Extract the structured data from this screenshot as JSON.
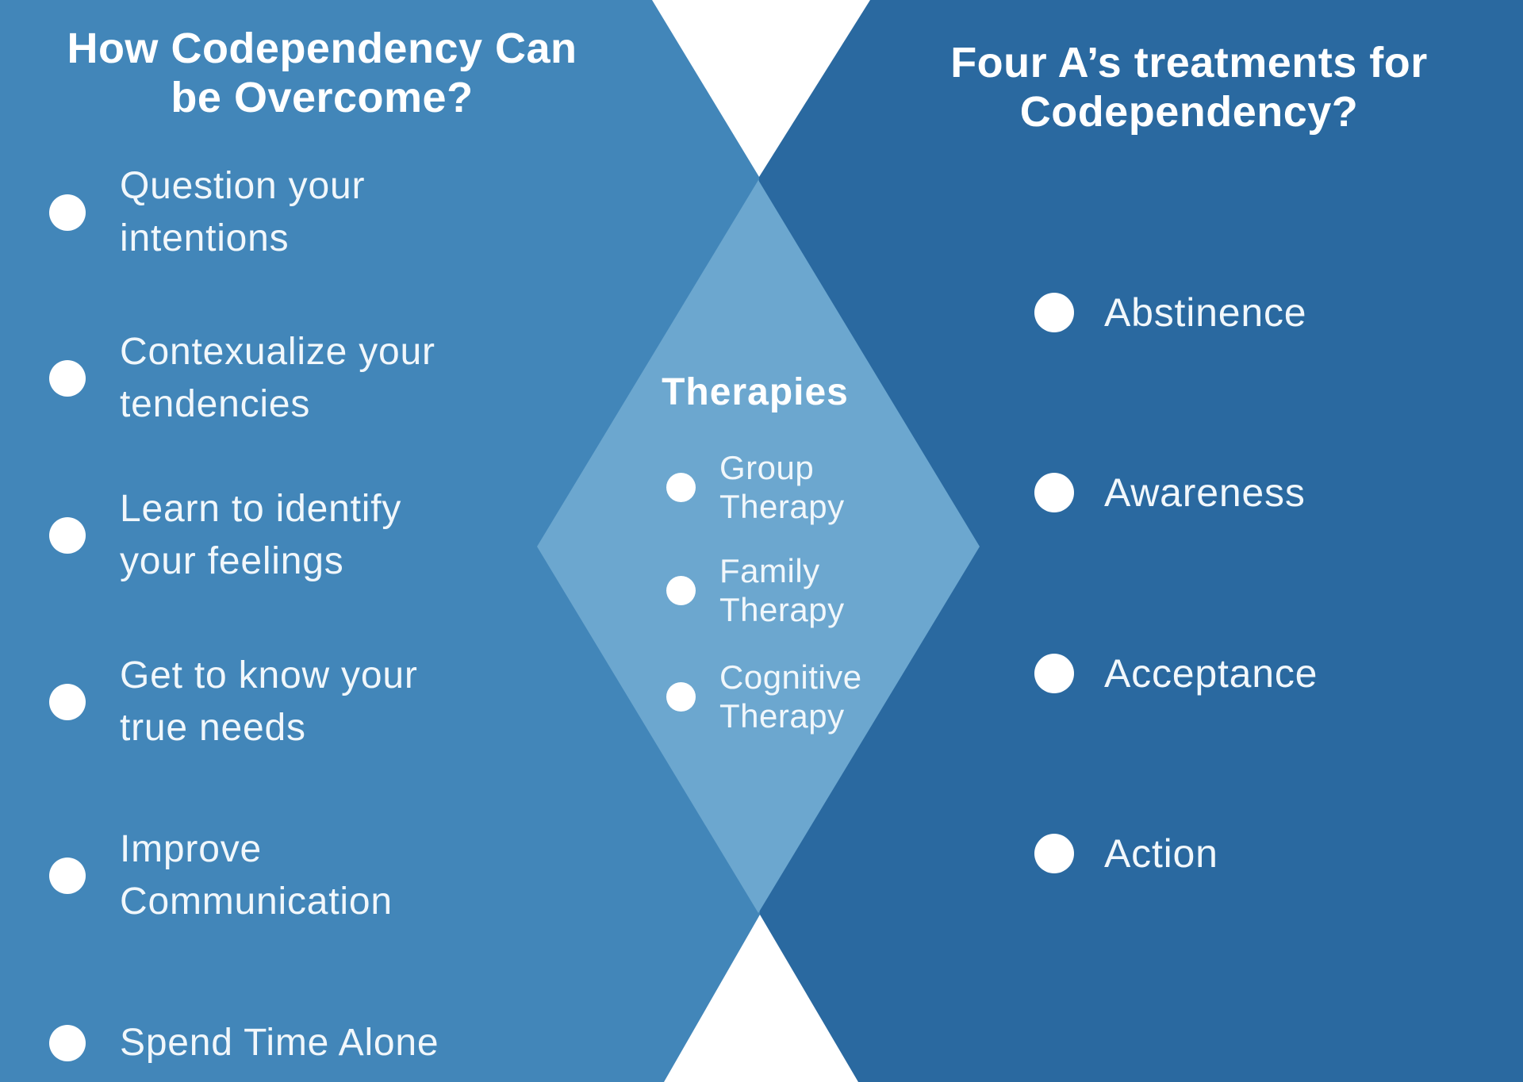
{
  "colors": {
    "background": "#ffffff",
    "left_panel": "#4286b9",
    "right_panel": "#2a69a0",
    "diamond": "#6ca7cf",
    "title_text": "#ffffff",
    "body_text": "#f1f7fb"
  },
  "left_panel": {
    "title": "How Codependency Can\nbe Overcome?",
    "items": [
      {
        "text": "Question your\nintentions"
      },
      {
        "text": "Contexualize your\ntendencies"
      },
      {
        "text": "Learn to identify\nyour feelings"
      },
      {
        "text": "Get to know your\ntrue needs"
      },
      {
        "text": "Improve\nCommunication"
      },
      {
        "text": "Spend Time Alone"
      }
    ]
  },
  "right_panel": {
    "title": "Four A’s treatments for\nCodependency?",
    "items": [
      {
        "text": "Abstinence"
      },
      {
        "text": "Awareness"
      },
      {
        "text": "Acceptance"
      },
      {
        "text": "Action"
      }
    ]
  },
  "diamond": {
    "title": "Therapies",
    "items": [
      {
        "text": "Group\nTherapy"
      },
      {
        "text": "Family\nTherapy"
      },
      {
        "text": "Cognitive\nTherapy"
      }
    ]
  }
}
